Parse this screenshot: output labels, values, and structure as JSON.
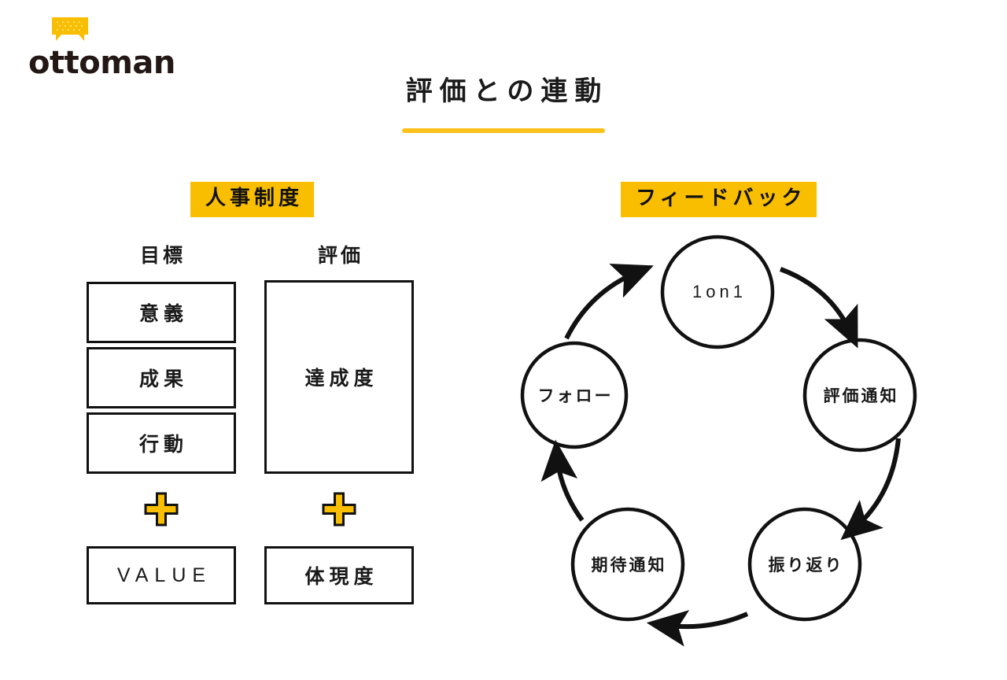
{
  "brand": {
    "name": "ottoman",
    "mark_icon": "ottoman-logo-icon"
  },
  "header": {
    "title": "評価との連動",
    "underline_color": "#FCC21B"
  },
  "colors": {
    "accent_yellow": "#FCC21B",
    "badge_yellow": "#F9BE00",
    "ink": "#111111",
    "background": "#FFFFFF"
  },
  "sections": {
    "hr_system": {
      "badge": "人事制度",
      "columns": [
        {
          "label": "目標",
          "boxes": [
            "意義",
            "成果",
            "行動"
          ],
          "operator": "+",
          "extra_box": "VALUE"
        },
        {
          "label": "評価",
          "boxes": [
            "達成度"
          ],
          "operator": "+",
          "extra_box": "体現度"
        }
      ]
    },
    "feedback": {
      "badge": "フィードバック",
      "cycle_nodes": [
        "1on1",
        "評価通知",
        "振り返り",
        "期待通知",
        "フォロー"
      ]
    }
  }
}
